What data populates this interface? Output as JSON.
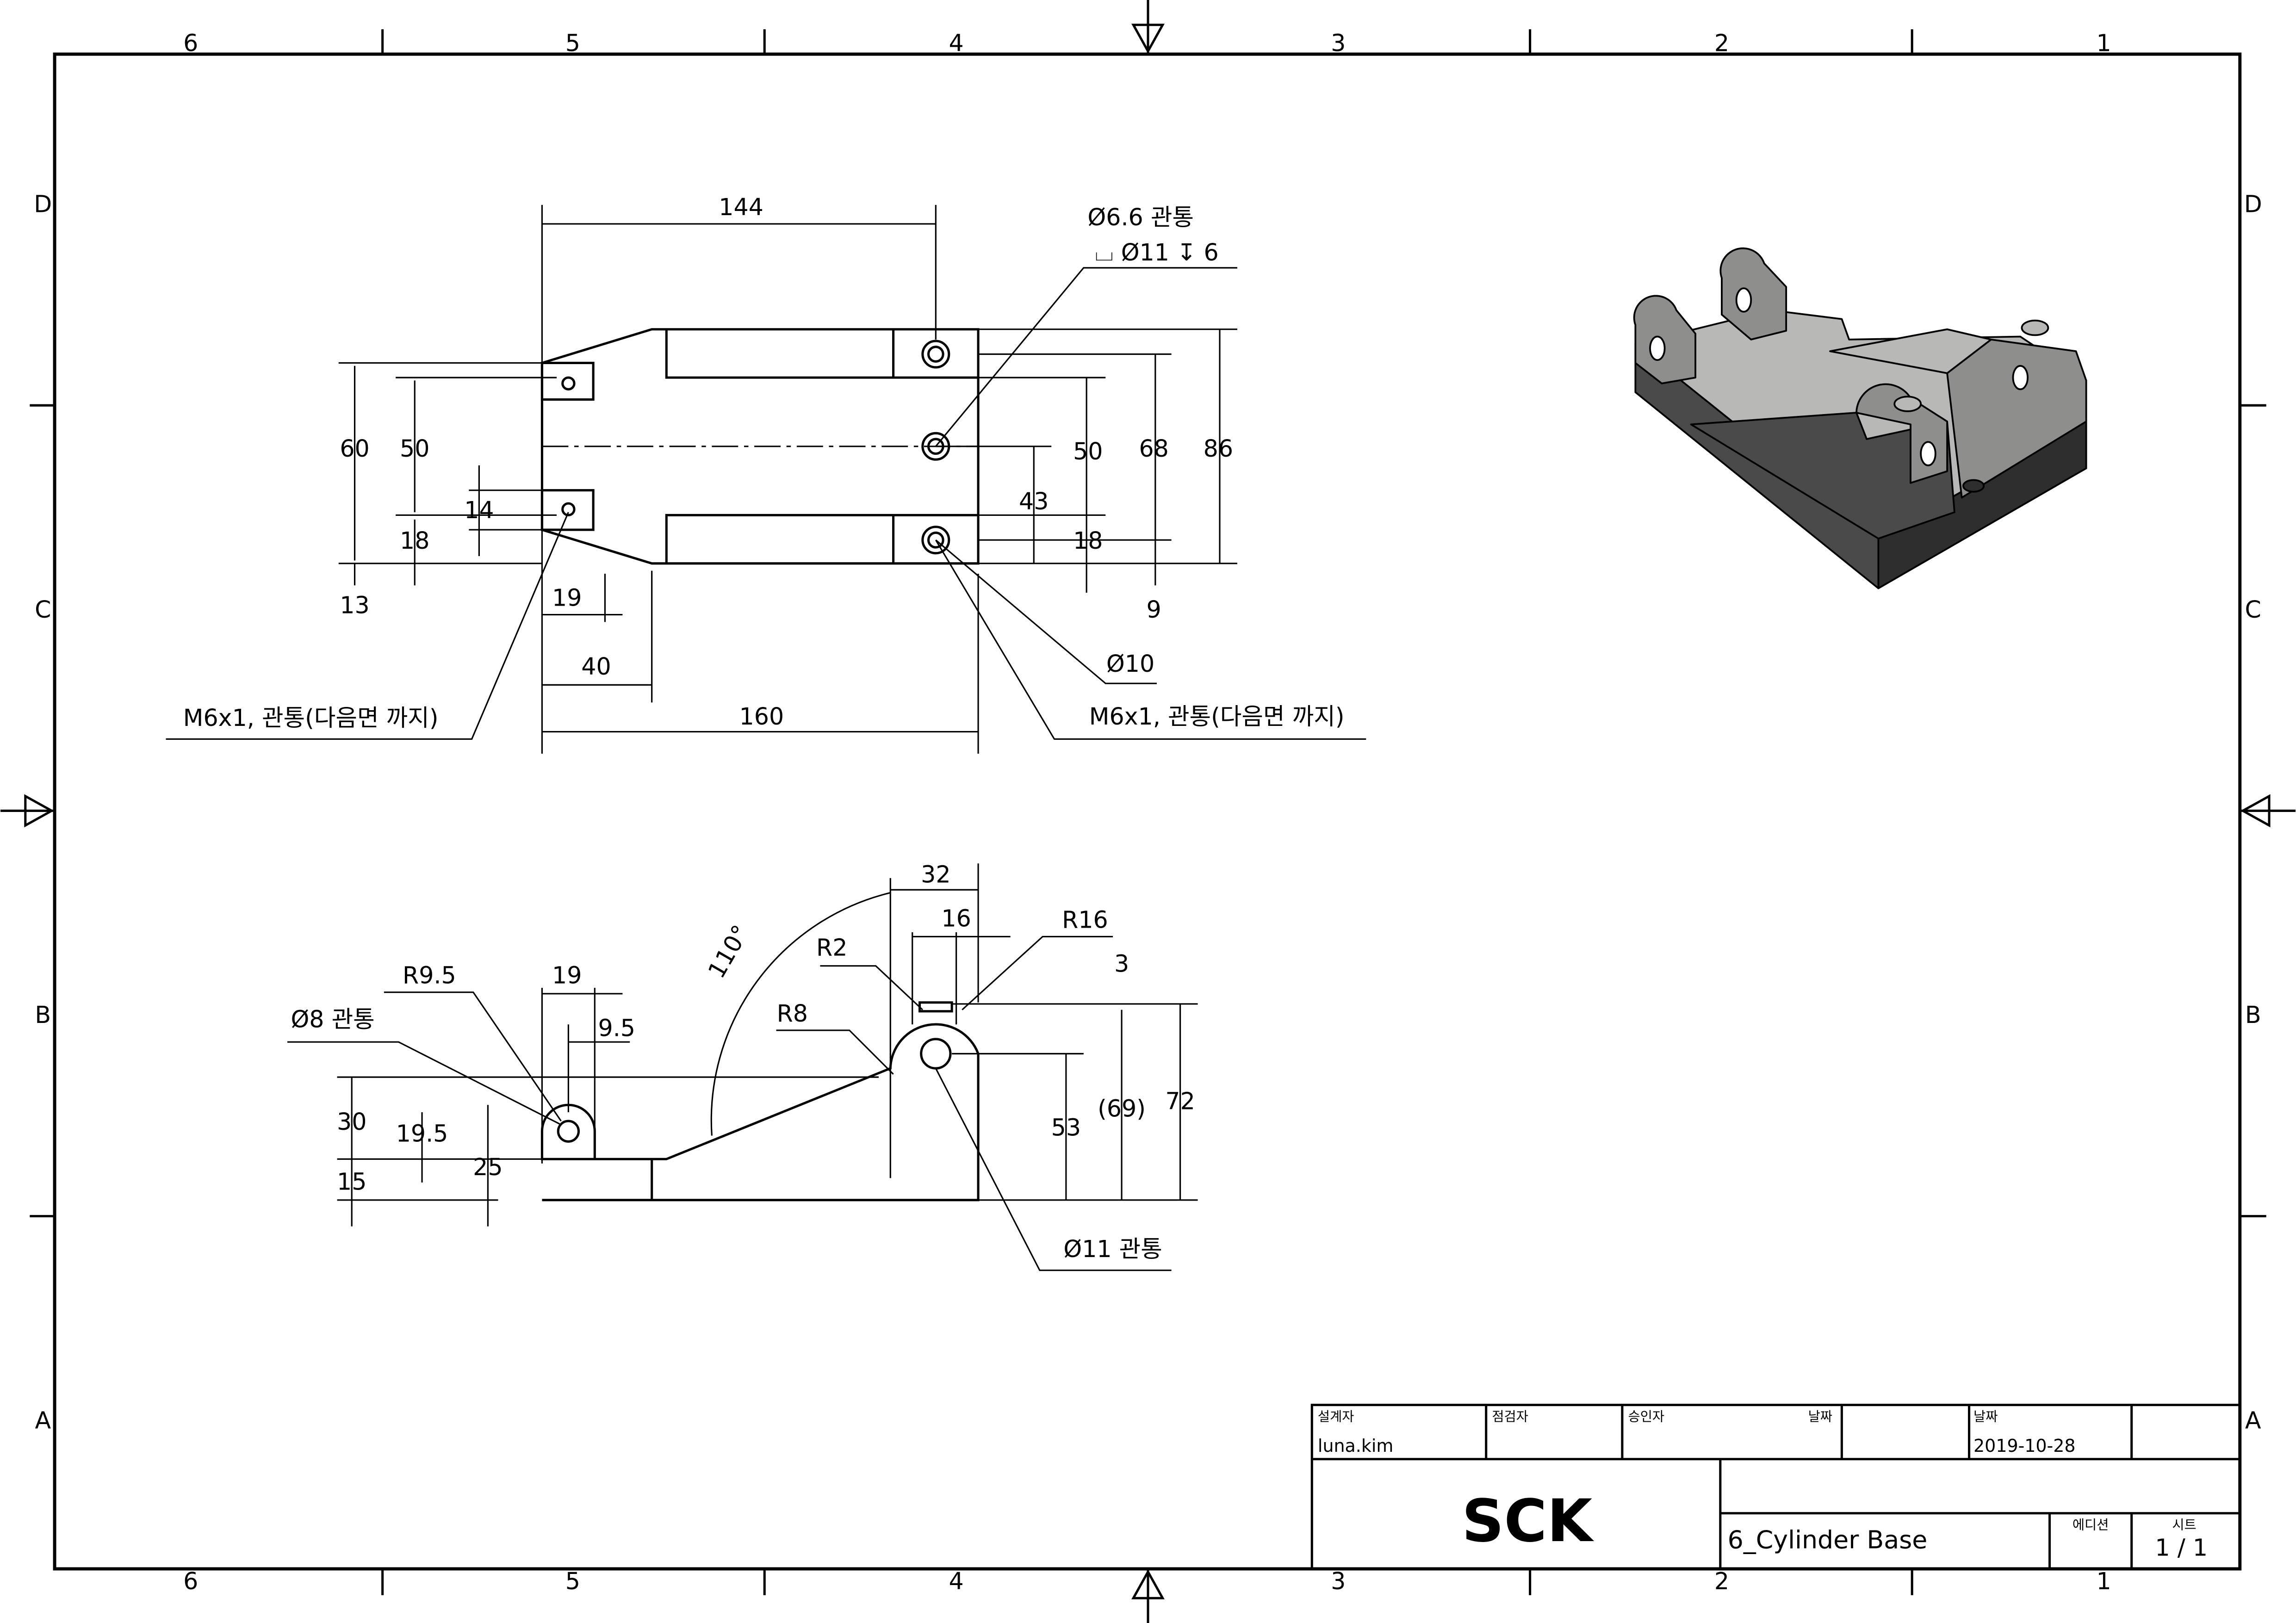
{
  "zones": {
    "columns": [
      "6",
      "5",
      "4",
      "3",
      "2",
      "1"
    ],
    "rows": [
      "D",
      "C",
      "B",
      "A"
    ]
  },
  "top_view": {
    "dims": {
      "d144": "144",
      "d60": "60",
      "d50a": "50",
      "d14": "14",
      "d18a": "18",
      "d13": "13",
      "d19": "19",
      "d40": "40",
      "d160": "160",
      "d50b": "50",
      "d43": "43",
      "d68": "68",
      "d86": "86",
      "d18b": "18",
      "d9": "9"
    },
    "callouts": {
      "thru_hole": "Ø6.6 관통",
      "counterbore": "⌴ Ø11 ↧ 6",
      "dia10": "Ø10",
      "tap_left": "M6x1, 관통(다음면 까지)",
      "tap_right": "M6x1, 관통(다음면 까지)"
    }
  },
  "front_view": {
    "dims": {
      "d32": "32",
      "d16": "16",
      "r16": "R16",
      "d3": "3",
      "r2": "R2",
      "r8": "R8",
      "angle": "110°",
      "r9_5": "R9.5",
      "d19": "19",
      "d9_5": "9.5",
      "d30": "30",
      "d19_5": "19.5",
      "d15": "15",
      "d25": "25",
      "d53": "53",
      "d69": "(69)",
      "d72": "72"
    },
    "callouts": {
      "hole8": "Ø8 관통",
      "hole11": "Ø11 관통"
    }
  },
  "title_block": {
    "designer_label": "설계자",
    "designer": "luna.kim",
    "checker_label": "점검자",
    "approver_label": "승인자",
    "approver_date_label": "날짜",
    "date_label": "날짜",
    "date": "2019-10-28",
    "logo": "SCK",
    "title": "6_Cylinder Base",
    "edition_label": "에디션",
    "sheet_label": "시트",
    "sheet": "1 / 1"
  },
  "colors": {
    "iso_top": "#b8b8b6",
    "iso_side": "#4a4a4a",
    "iso_dark": "#2e2e2e",
    "iso_light": "#8e8e8c"
  }
}
